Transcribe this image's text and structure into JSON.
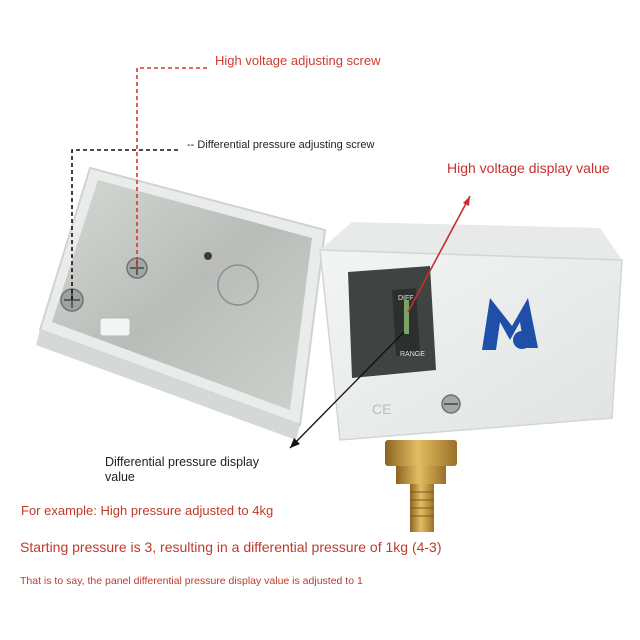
{
  "callouts": {
    "high_voltage_screw": "High voltage adjusting screw",
    "differential_screw": "-- Differential pressure adjusting screw",
    "high_voltage_display": "High voltage display value",
    "differential_display": "Differential pressure display value"
  },
  "notes": {
    "example": "For example: High pressure adjusted to 4kg",
    "starting": "Starting pressure is 3, resulting in a differential pressure of 1kg (4-3)",
    "conclusion": "That is to say, the panel differential pressure display value is adjusted to 1"
  },
  "device_markings": {
    "diff_label": "DIFF",
    "range_label": "RANGE",
    "ce_mark": "CE"
  },
  "colors": {
    "callout_red": "#d23b2f",
    "device_body": "#eef1f0",
    "metal_plate": "#c9ccc8",
    "brand_blue": "#1f4fa8",
    "brass": "#c99a3c"
  }
}
